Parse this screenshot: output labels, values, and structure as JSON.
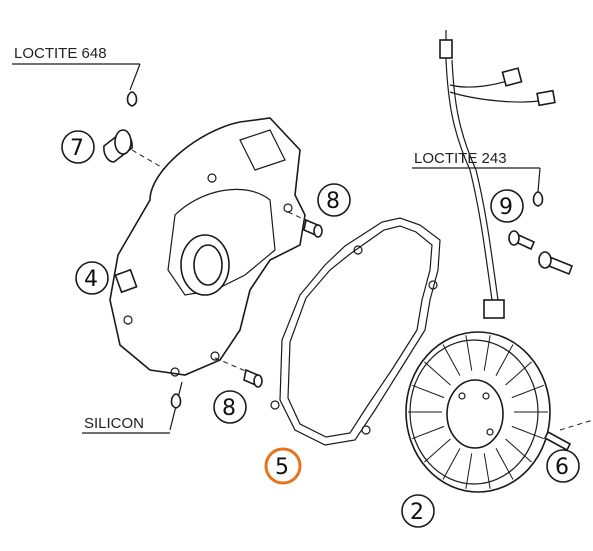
{
  "callouts": {
    "loctite_648": "LOCTITE 648",
    "loctite_243": "LOCTITE 243",
    "silicon": "SILICON"
  },
  "part_numbers": {
    "p2": "2",
    "p4": "4",
    "p5": "5",
    "p6": "6",
    "p7": "7",
    "p8_top": "8",
    "p8_bottom": "8",
    "p9": "9"
  },
  "highlight": {
    "part": "5",
    "color": "#e8731f"
  }
}
